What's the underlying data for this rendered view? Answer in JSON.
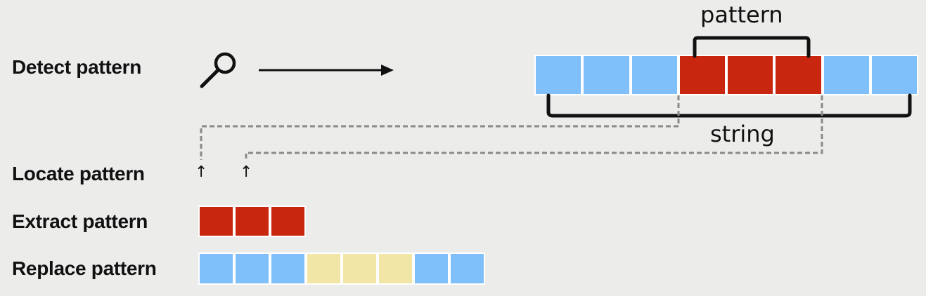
{
  "rows": {
    "detect": "Detect pattern",
    "locate": "Locate pattern",
    "extract": "Extract pattern",
    "replace": "Replace pattern"
  },
  "labels": {
    "pattern": "pattern",
    "string": "string"
  },
  "colors": {
    "background": "#ececeb",
    "string_cell": "#7fbffa",
    "pattern_cell": "#c8260f",
    "replacement_cell": "#f2e6a7",
    "cell_border": "#ffffff",
    "stroke": "#111111",
    "dashed": "#8a8a8a"
  },
  "icons": {
    "search": "search-icon",
    "arrow": "right-arrow-icon",
    "locate_marker": "up-arrow-icon"
  },
  "arrow_glyph": "↑",
  "string_cells": [
    "string",
    "string",
    "string",
    "pattern",
    "pattern",
    "pattern",
    "string",
    "string"
  ],
  "extract_cells": [
    "pattern",
    "pattern",
    "pattern"
  ],
  "replace_cells": [
    "string",
    "string",
    "string",
    "replacement",
    "replacement",
    "replacement",
    "string",
    "string"
  ]
}
